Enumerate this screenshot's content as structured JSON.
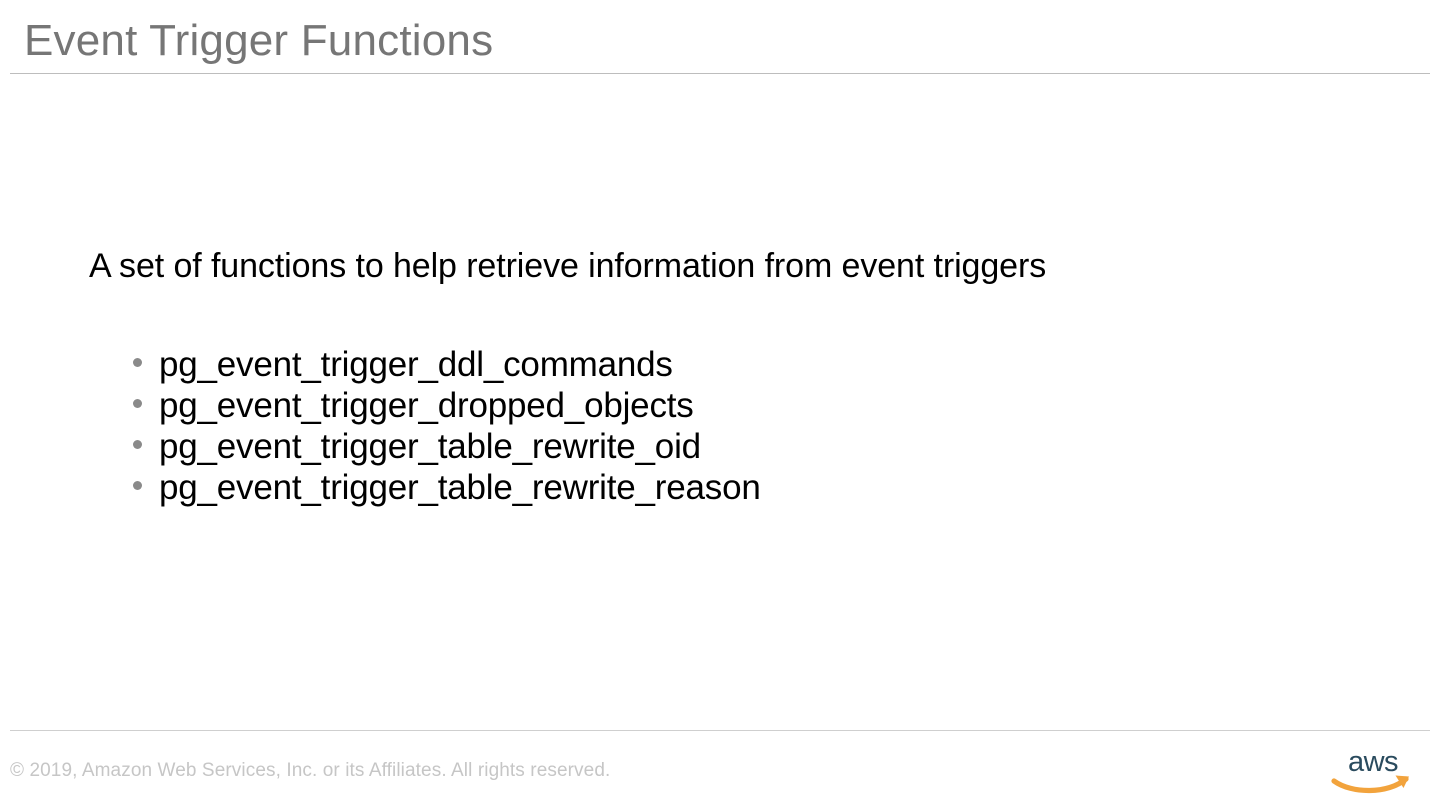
{
  "slide": {
    "title": "Event Trigger Functions",
    "background_color": "#ffffff",
    "title_color": "#767676",
    "rule_color": "#bdbdbd"
  },
  "body": {
    "lead_paragraph": "A set of functions to help retrieve information from event triggers",
    "text_color": "#000000",
    "bullet_color": "#8a8a8a",
    "bullets": [
      {
        "label": "pg_event_trigger_ddl_commands"
      },
      {
        "label": "pg_event_trigger_dropped_objects"
      },
      {
        "label": "pg_event_trigger_table_rewrite_oid"
      },
      {
        "label": "pg_event_trigger_table_rewrite_reason"
      }
    ]
  },
  "footer": {
    "copyright": "© 2019, Amazon Web Services, Inc. or its Affiliates. All rights reserved.",
    "copyright_color": "#c6c6c6",
    "rule_color": "#cfcfcf",
    "logo": {
      "name": "aws-logo",
      "wordmark": "aws",
      "wordmark_color": "#2a4b5e",
      "swoosh_color": "#f2a33c"
    }
  }
}
